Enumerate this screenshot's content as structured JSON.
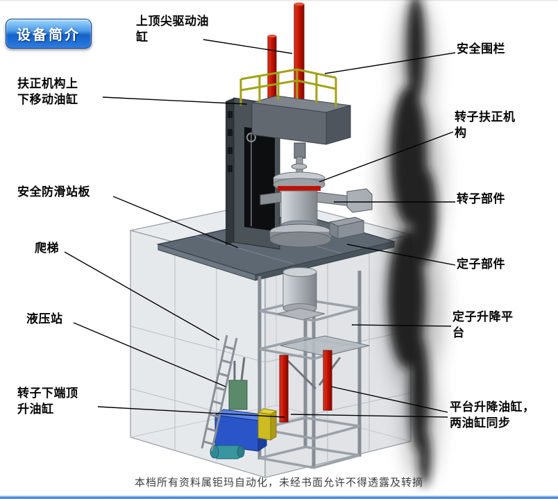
{
  "badge": {
    "label": "设备简介"
  },
  "labels": {
    "top_drive_cylinder": "上顶尖驱动油\n缸",
    "safety_fence": "安全围栏",
    "centering_move_cylinder": "扶正机构上\n下移动油缸",
    "rotor_centering_mechanism": "转子扶正机\n构",
    "antislip_board": "安全防滑站板",
    "rotor_part": "转子部件",
    "ladder": "爬梯",
    "stator_part": "定子部件",
    "hydraulic_station": "液压站",
    "stator_lift_platform": "定子升降平\n台",
    "rotor_bottom_jack_cylinder": "转子下端顶\n升油缸",
    "platform_lift_cylinders": "平台升降油缸，\n两油缸同步"
  },
  "footer": {
    "watermark": "本档所有资料属钜玛自动化，未经书面允许不得透露及转摘"
  },
  "colors": {
    "badge_blue": "#1262c8",
    "cylinder_red": "#c01000",
    "railing_yellow": "#a2a214",
    "hydraulic_blue": "#2a55c8",
    "platform_gray": "#5d6872"
  }
}
